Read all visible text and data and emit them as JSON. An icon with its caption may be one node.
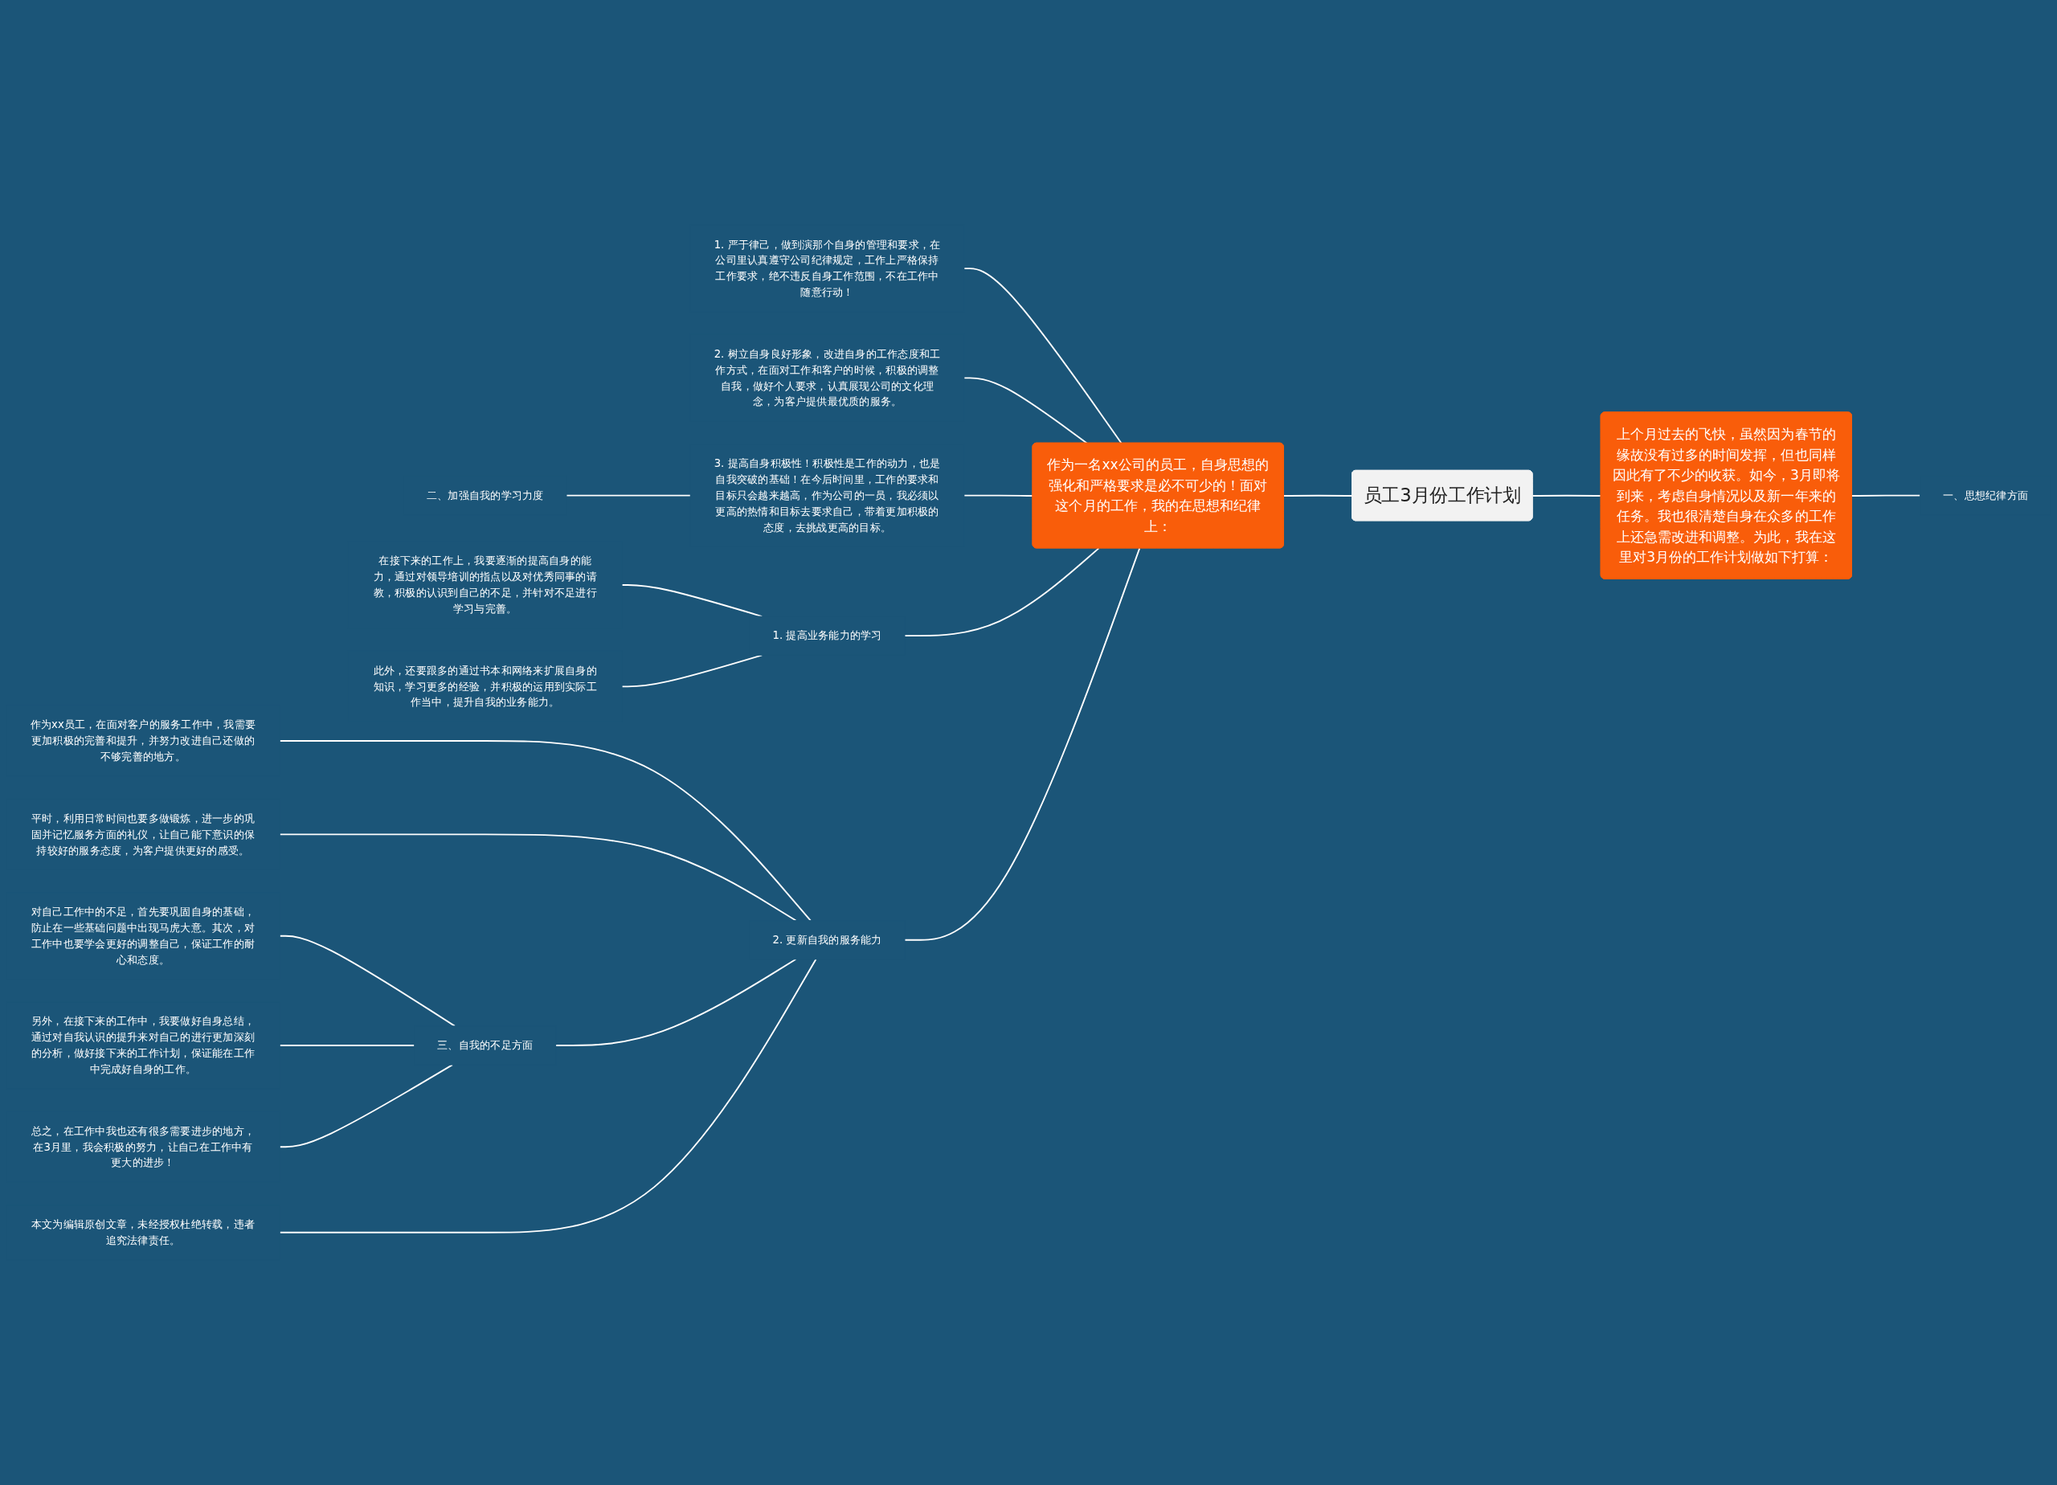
{
  "diagram": {
    "nodes": [
      {
        "text": [
          "员工3月份工作计划"
        ]
      },
      {
        "text": [
          "上个月过去的飞快，虽然因为春节的缘故没有过多的时间发挥，但也同样因此有了不少的收获。如今，3月即将到来，考虑自身情况以及新一年来的任务。我也很清楚自身在众多的工作上还急需改进和调整。为此，我在这里对3月份的工作计划做如下打算："
        ]
      },
      {
        "text": [
          "一、思想纪律方面"
        ]
      },
      {
        "text": [
          "作为一名xx公司的员工，自身思想的强化和严格要求是必不可少的！面对这个月的工作，我的在思想和纪律上："
        ]
      },
      {
        "text": [
          "1. 严于律己，做到演那个自身的管理和要求，在公司里认真遵守公司纪律规定，工作上严格保持工作要求，绝不违反自身工作范围，不在工作中随意行动！"
        ]
      },
      {
        "text": [
          "2. 树立自身良好形象，改进自身的工作态度和工作方式，在面对工作和客户的时候，积极的调整自我，做好个人要求，认真展现公司的文化理念，为客户提供最优质的服务。"
        ]
      },
      {
        "text": [
          "3. 提高自身积极性！积极性是工作的动力，也是自我突破的基础！在今后时间里，工作的要求和目标只会越来越高，作为公司的一员，我必须以更高的热情和目标去要求自己，带着更加积极的态度，去挑战更高的目标。"
        ]
      },
      {
        "text": [
          "二、加强自我的学习力度"
        ]
      },
      {
        "text": [
          "1. 提高业务能力的学习"
        ]
      },
      {
        "text": [
          "在接下来的工作上，我要逐渐的提高自身的能力，通过对领导培训的指点以及对优秀同事的请教，积极的认识到自己的不足，并针对不足进行学习与完善。"
        ]
      },
      {
        "text": [
          "此外，还要跟多的通过书本和网络来扩展自身的知识，学习更多的经验，并积极的运用到实际工作当中，提升自我的业务能力。"
        ]
      },
      {
        "text": [
          "2. 更新自我的服务能力"
        ]
      },
      {
        "text": [
          "作为xx员工，在面对客户的服务工作中，我需要更加积极的完善和提升，并努力改进自己还做的不够完善的地方。"
        ]
      },
      {
        "text": [
          "平时，利用日常时间也要多做锻炼，进一步的巩固并记忆服务方面的礼仪，让自己能下意识的保持较好的服务态度，为客户提供更好的感受。"
        ]
      },
      {
        "text": [
          "三、自我的不足方面"
        ]
      },
      {
        "text": [
          "对自己工作中的不足，首先要巩固自身的基础，防止在一些基础问题中出现马虎大意。其次，对工作中也要学会更好的调整自己，保证工作的耐心和态度。"
        ]
      },
      {
        "text": [
          "另外，在接下来的工作中，我要做好自身总结，通过对自我认识的提升来对自己的进行更加深刻的分析，做好接下来的工作计划，保证能在工作中完成好自身的工作。"
        ]
      },
      {
        "text": [
          "总之，在工作中我也还有很多需要进步的地方，在3月里，我会积极的努力，让自己在工作中有更大的进步！"
        ]
      },
      {
        "text": [
          "本文为编辑原创文章，未经授权杜绝转载，违者追究法律责任。"
        ]
      }
    ],
    "edges": [
      {
        "from": 1,
        "to": 0,
        "arrow": "none"
      },
      {
        "from": 2,
        "to": 1,
        "arrow": "none"
      },
      {
        "from": 0,
        "to": 3,
        "arrow": "none"
      },
      {
        "from": 3,
        "to": 4,
        "arrow": "none"
      },
      {
        "from": 3,
        "to": 5,
        "arrow": "none"
      },
      {
        "from": 3,
        "to": 6,
        "arrow": "none"
      },
      {
        "from": 6,
        "to": 7,
        "arrow": "none"
      },
      {
        "from": 3,
        "to": 8,
        "arrow": "none"
      },
      {
        "from": 8,
        "to": 9,
        "arrow": "none"
      },
      {
        "from": 8,
        "to": 10,
        "arrow": "none"
      },
      {
        "from": 3,
        "to": 11,
        "arrow": "none"
      },
      {
        "from": 11,
        "to": 12,
        "arrow": "none"
      },
      {
        "from": 11,
        "to": 13,
        "arrow": "none"
      },
      {
        "from": 11,
        "to": 14,
        "arrow": "none"
      },
      {
        "from": 14,
        "to": 15,
        "arrow": "none"
      },
      {
        "from": 14,
        "to": 16,
        "arrow": "none"
      },
      {
        "from": 14,
        "to": 17,
        "arrow": "none"
      },
      {
        "from": 11,
        "to": 18,
        "arrow": "none"
      }
    ]
  }
}
